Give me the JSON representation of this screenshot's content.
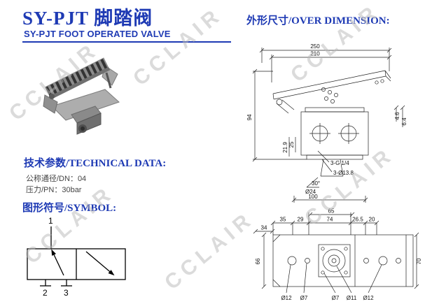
{
  "watermark": "CCLAIR",
  "colors": {
    "heading_blue": "#1e3ab4",
    "drawing_ink": "#222222",
    "watermark_gray": "#b9b9b9"
  },
  "header": {
    "title_cn": "SY-PJT 脚踏阀",
    "title_en": "SY-PJT FOOT OPERATED VALVE"
  },
  "sections": {
    "dimension_heading": "外形尺寸/OVER DIMENSION:",
    "technical_heading": "技术参数/TECHNICAL DATA:",
    "symbol_heading": "图形符号/SYMBOL:"
  },
  "technical_data": {
    "dn": "公称通径/DN：04",
    "pn": "压力/PN：30bar"
  },
  "symbol": {
    "port_1": "1",
    "port_2": "2",
    "port_3": "3"
  },
  "side_view": {
    "dim_width_outer": "250",
    "dim_width_inner": "210",
    "dim_height": "94",
    "dim_pedal_a": "4.6",
    "dim_pedal_b": "6.4",
    "dim_body_a": "25",
    "dim_body_b": "21.9",
    "label_thread": "3-G 1/4",
    "label_holes": "3-Ø13.8",
    "label_angle": "30°",
    "label_dia": "Ø24",
    "dim_base": "100"
  },
  "top_view": {
    "dim_65": "65",
    "dim_74": "74",
    "dim_35": "35",
    "dim_29": "29",
    "dim_26_5": "26.5",
    "dim_20": "20",
    "dim_34": "34",
    "dim_66": "66",
    "dim_70": "70",
    "label_d12_l": "Ø12",
    "label_d7_l": "Ø7",
    "label_d7_r": "Ø7",
    "label_d11": "Ø11",
    "label_d12_r": "Ø12"
  }
}
